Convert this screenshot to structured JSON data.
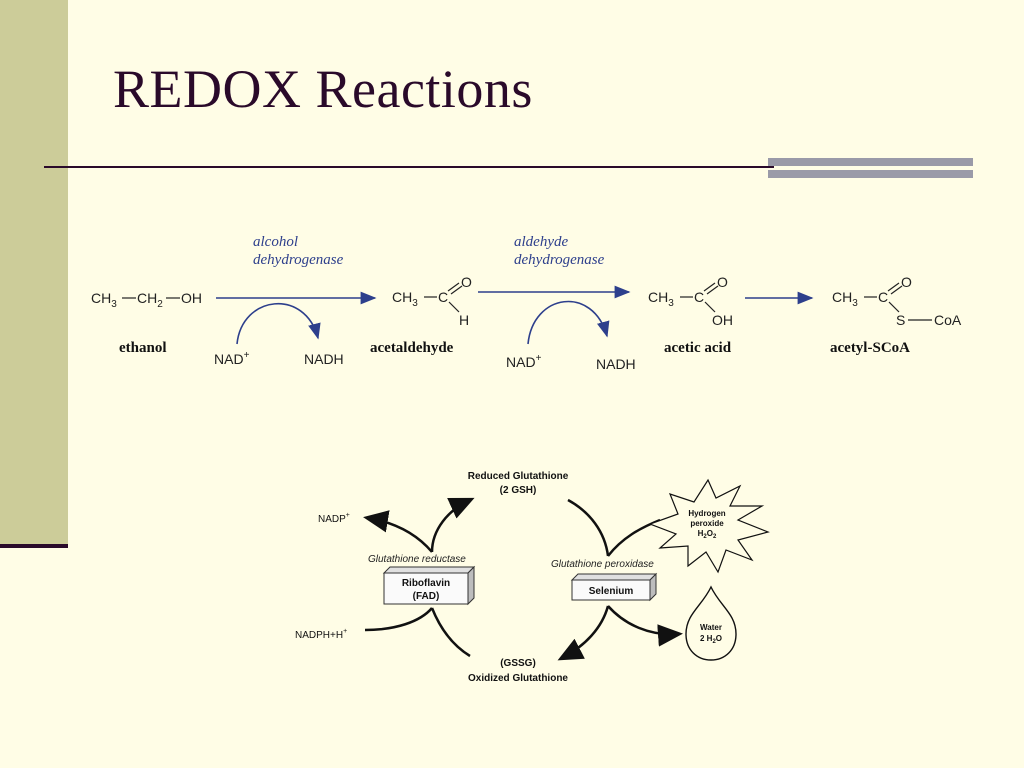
{
  "slide": {
    "title": "REDOX Reactions"
  },
  "pathway": {
    "enzyme1": [
      "alcohol",
      "dehydrogenase"
    ],
    "enzyme2": [
      "aldehyde",
      "dehydrogenase"
    ],
    "compounds": {
      "ethanol": {
        "name": "ethanol"
      },
      "acetaldehyde": {
        "name": "acetaldehyde"
      },
      "acetic_acid": {
        "name": "acetic acid"
      },
      "acetyl_scoa": {
        "name": "acetyl-SCoA"
      }
    },
    "cofactor_in": "NAD",
    "cofactor_in_sup": "+",
    "cofactor_out": "NADH",
    "atoms": {
      "ch3": "CH",
      "sub3": "3",
      "ch2": "CH",
      "sub2": "2",
      "oh": "OH",
      "c": "C",
      "o": "O",
      "h": "H",
      "s": "S",
      "coa": "CoA"
    },
    "colors": {
      "enzyme": "#2d3f8c",
      "arrow": "#2d3f8c"
    }
  },
  "cycle": {
    "top_label": [
      "Reduced Glutathione",
      "(2 GSH)"
    ],
    "bottom_label": [
      "(GSSG)",
      "Oxidized Glutathione"
    ],
    "nadp": "NADP",
    "nadp_sup": "+",
    "nadph": "NADPH+H",
    "nadph_sup": "+",
    "left_enzyme": "Glutathione reductase",
    "left_box": [
      "Riboflavin",
      "(FAD)"
    ],
    "right_enzyme": "Glutathione peroxidase",
    "right_box": "Selenium",
    "peroxide": [
      "Hydrogen",
      "peroxide",
      "H",
      "2",
      "O",
      "2"
    ],
    "water": [
      "Water",
      "2 H",
      "2",
      "O"
    ]
  }
}
